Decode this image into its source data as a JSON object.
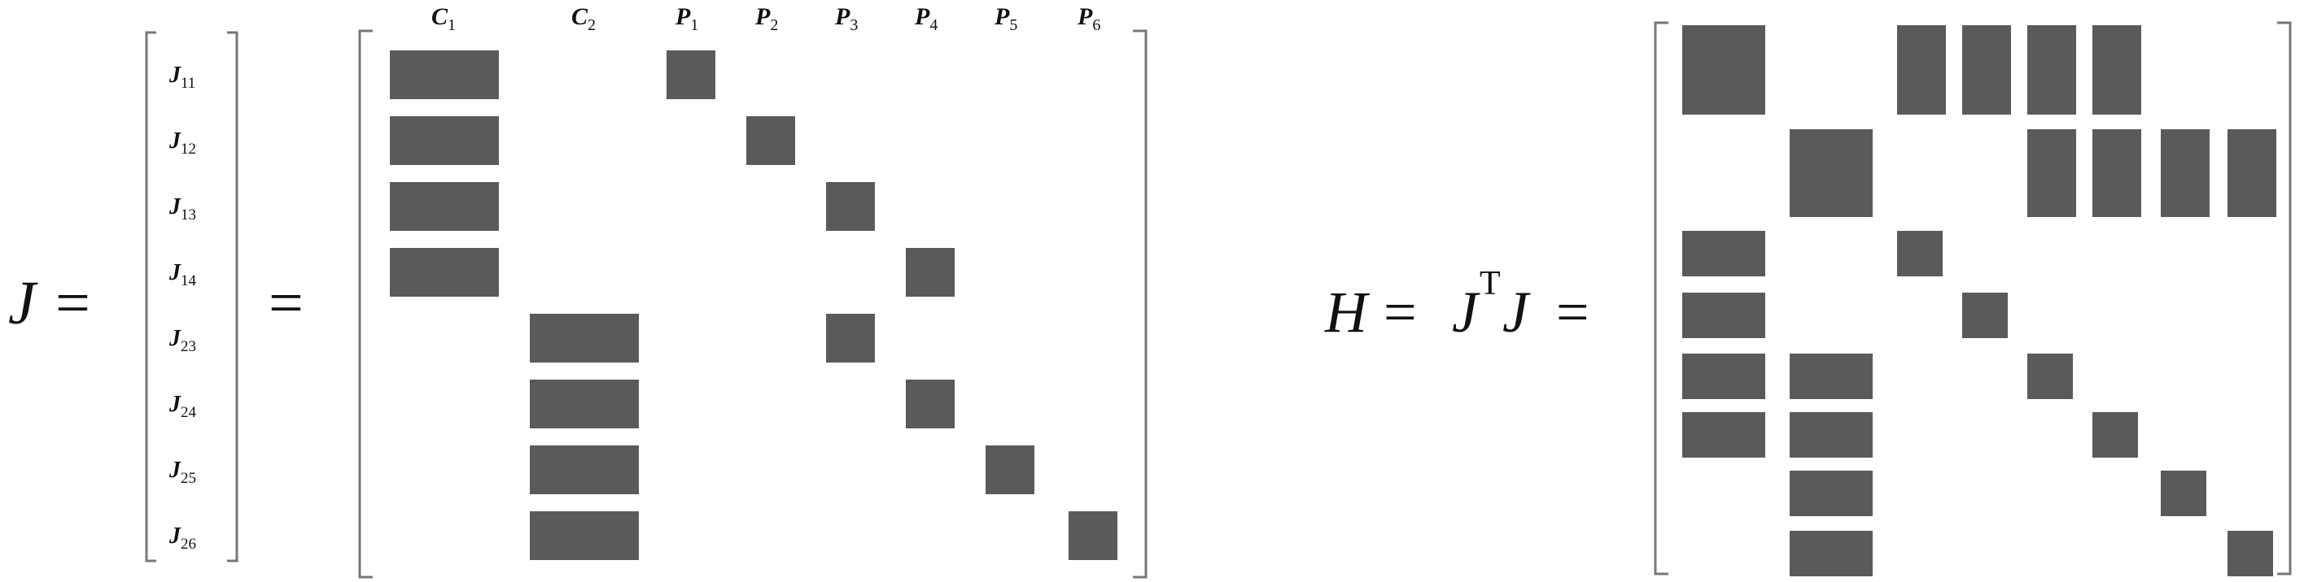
{
  "colors": {
    "block": "#5a5a5a",
    "bracket": "#777777",
    "text": "#111111",
    "background": "#ffffff"
  },
  "equation_left": {
    "lhs": "J",
    "equals1": "=",
    "equals2": "="
  },
  "jacobian_rows": [
    {
      "base": "J",
      "sub": "11"
    },
    {
      "base": "J",
      "sub": "12"
    },
    {
      "base": "J",
      "sub": "13"
    },
    {
      "base": "J",
      "sub": "14"
    },
    {
      "base": "J",
      "sub": "23"
    },
    {
      "base": "J",
      "sub": "24"
    },
    {
      "base": "J",
      "sub": "25"
    },
    {
      "base": "J",
      "sub": "26"
    }
  ],
  "jacobian_columns": [
    {
      "base": "C",
      "sub": "1"
    },
    {
      "base": "C",
      "sub": "2"
    },
    {
      "base": "P",
      "sub": "1"
    },
    {
      "base": "P",
      "sub": "2"
    },
    {
      "base": "P",
      "sub": "3"
    },
    {
      "base": "P",
      "sub": "4"
    },
    {
      "base": "P",
      "sub": "5"
    },
    {
      "base": "P",
      "sub": "6"
    }
  ],
  "jacobian_nonzero_blocks": [
    {
      "row": 1,
      "col": "C1"
    },
    {
      "row": 1,
      "col": "P1"
    },
    {
      "row": 2,
      "col": "C1"
    },
    {
      "row": 2,
      "col": "P2"
    },
    {
      "row": 3,
      "col": "C1"
    },
    {
      "row": 3,
      "col": "P3"
    },
    {
      "row": 4,
      "col": "C1"
    },
    {
      "row": 4,
      "col": "P4"
    },
    {
      "row": 5,
      "col": "C2"
    },
    {
      "row": 5,
      "col": "P3"
    },
    {
      "row": 6,
      "col": "C2"
    },
    {
      "row": 6,
      "col": "P4"
    },
    {
      "row": 7,
      "col": "C2"
    },
    {
      "row": 7,
      "col": "P5"
    },
    {
      "row": 8,
      "col": "C2"
    },
    {
      "row": 8,
      "col": "P6"
    }
  ],
  "equation_right": {
    "lhs": "H",
    "equals1": "=",
    "j": "J",
    "transpose": "T",
    "j2": "J",
    "equals2": "="
  },
  "hessian_nonzero_blocks": [
    {
      "row": 1,
      "col": 1
    },
    {
      "row": 1,
      "col": 3
    },
    {
      "row": 1,
      "col": 4
    },
    {
      "row": 1,
      "col": 5
    },
    {
      "row": 1,
      "col": 6
    },
    {
      "row": 2,
      "col": 2
    },
    {
      "row": 2,
      "col": 5
    },
    {
      "row": 2,
      "col": 6
    },
    {
      "row": 2,
      "col": 7
    },
    {
      "row": 2,
      "col": 8
    },
    {
      "row": 3,
      "col": 1
    },
    {
      "row": 3,
      "col": 3
    },
    {
      "row": 4,
      "col": 1
    },
    {
      "row": 4,
      "col": 4
    },
    {
      "row": 5,
      "col": 1
    },
    {
      "row": 5,
      "col": 2
    },
    {
      "row": 5,
      "col": 5
    },
    {
      "row": 6,
      "col": 1
    },
    {
      "row": 6,
      "col": 2
    },
    {
      "row": 6,
      "col": 6
    },
    {
      "row": 7,
      "col": 2
    },
    {
      "row": 7,
      "col": 7
    },
    {
      "row": 8,
      "col": 2
    },
    {
      "row": 8,
      "col": 8
    }
  ]
}
